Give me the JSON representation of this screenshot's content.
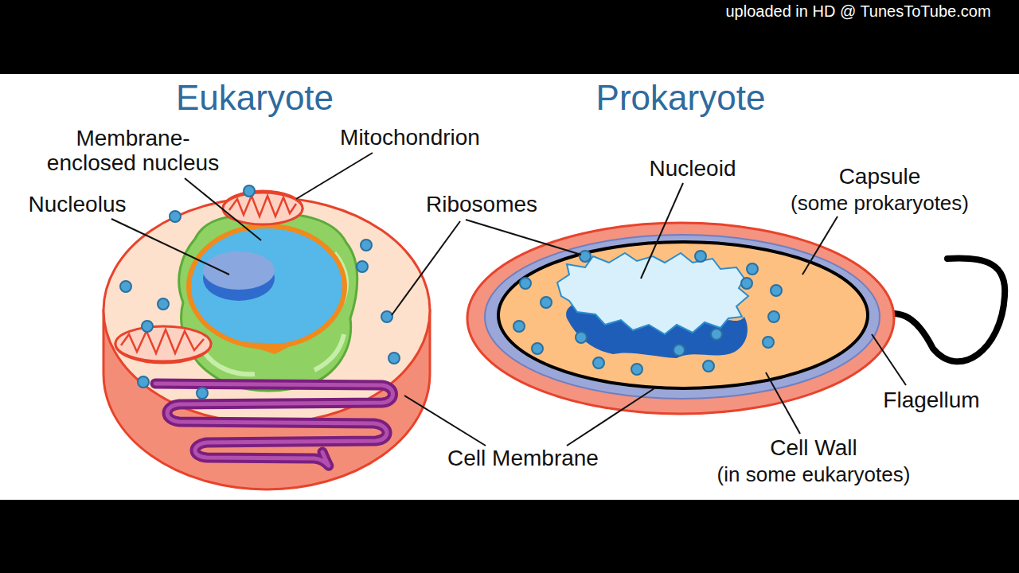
{
  "diagram": {
    "labels": [
      "uploaded in HD @ TunesToTube.com",
      "Eukaryote",
      "Prokaryote",
      "Membrane- enclosed nucleus",
      "Mitochondrion",
      "Nucleoid",
      "Capsule",
      "(some prokaryotes)",
      "Nucleolus",
      "Ribosomes",
      "Flagellum",
      "Cell Membrane",
      "Cell Wall",
      "(in some eukaryotes)"
    ]
  }
}
